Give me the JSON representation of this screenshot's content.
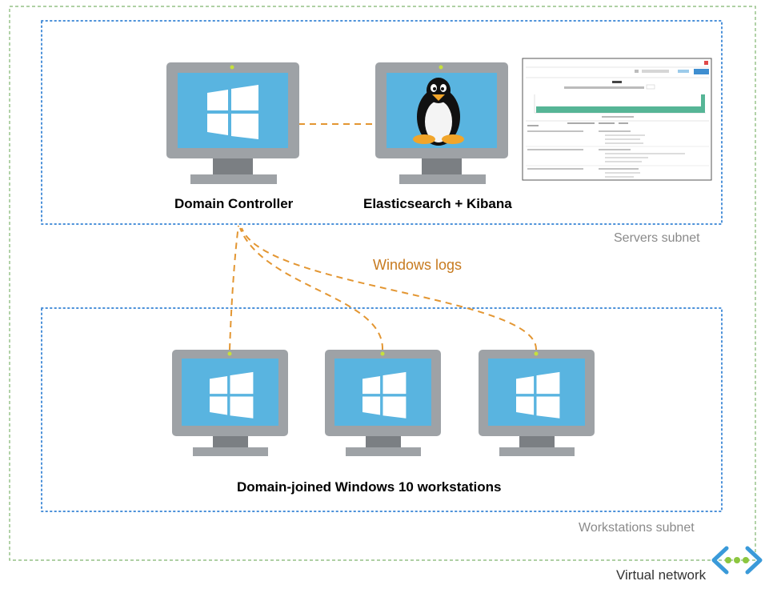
{
  "labels": {
    "domain_controller": "Domain Controller",
    "elastic_kibana": "Elasticsearch + Kibana",
    "workstations": "Domain-joined Windows 10 workstations",
    "servers_subnet": "Servers subnet",
    "workstations_subnet": "Workstations subnet",
    "windows_logs": "Windows logs",
    "virtual_network": "Virtual network"
  },
  "colors": {
    "vnet_border": "#7fb36d",
    "subnet_border": "#4a90d9",
    "log_arrow": "#e39632",
    "monitor_frame": "#9ea2a6",
    "monitor_screen": "#59b4e0",
    "monitor_stand": "#7b7f83"
  },
  "icons": {
    "windows": "windows-logo-icon",
    "linux": "linux-tux-icon",
    "vnet": "virtual-network-icon"
  }
}
